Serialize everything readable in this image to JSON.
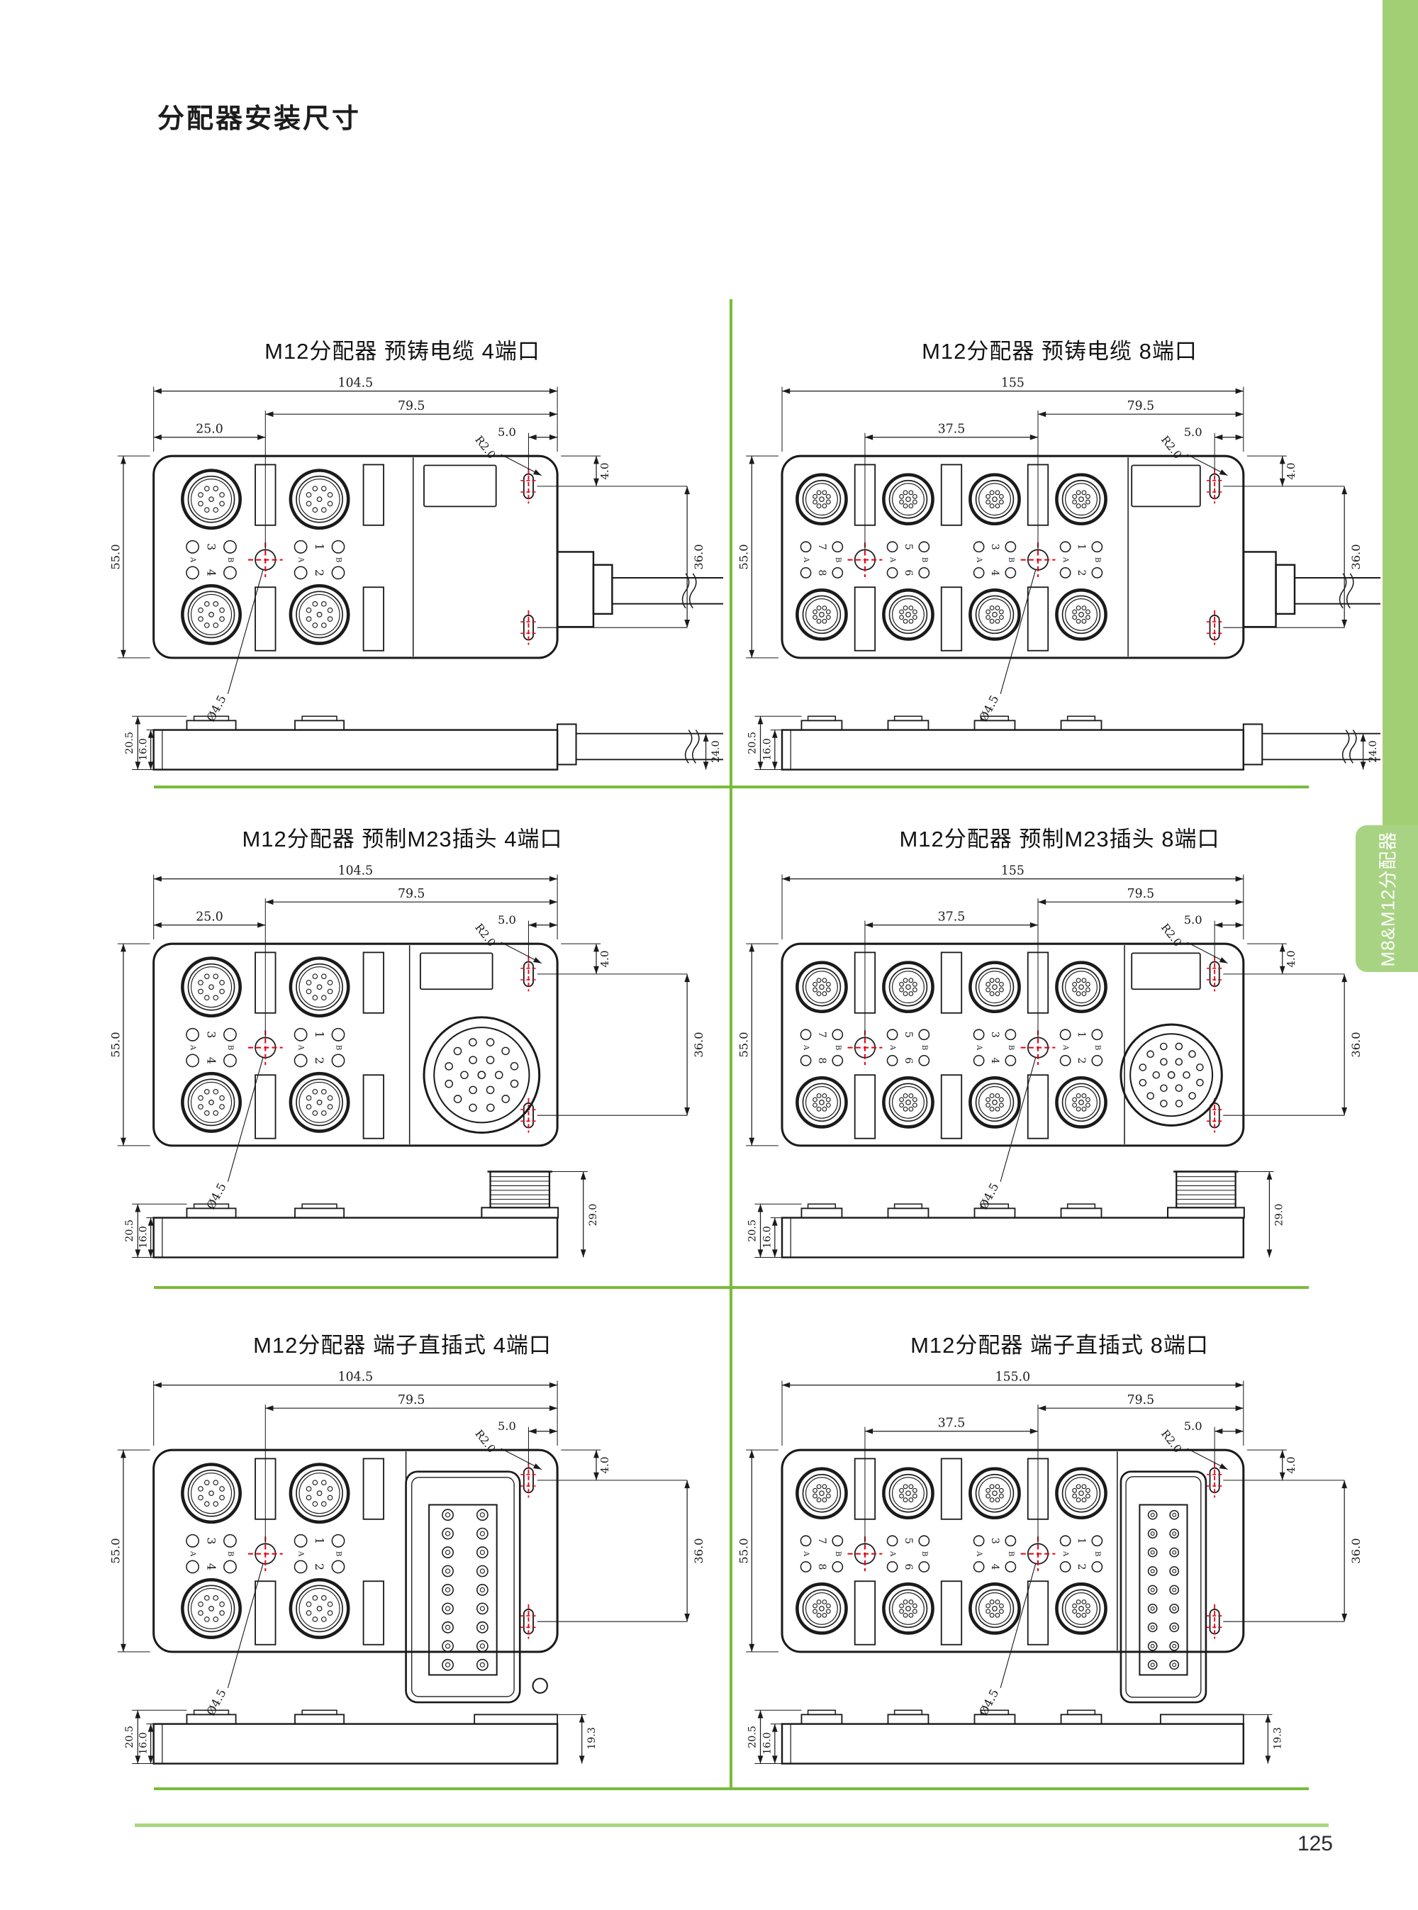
{
  "page": {
    "title": "分配器安装尺寸",
    "page_number": "125",
    "side_tab_label": "M8&M12分配器"
  },
  "colors": {
    "divider_green": "#79bb3b",
    "footer_line_green": "#a9d67f",
    "sidebar_strip_green": "#a2cf74",
    "sidebar_tab_green": "#a8d383",
    "accent_red": "#e60012",
    "ink": "#1b1b1b"
  },
  "panels": [
    {
      "title": "M12分配器 预铸电缆 4端口",
      "type": "cable",
      "port_count": 4,
      "ports": {
        "top": [
          "3",
          "1"
        ],
        "bottom": [
          "4",
          "2"
        ],
        "letters": [
          "A",
          "B"
        ]
      },
      "dims": {
        "overall_width": "104.5",
        "mount_to_edge": "79.5",
        "edge_to_hole": "25.0",
        "slot_to_edge": "5.0",
        "corner_radius": "R2.0",
        "slot_drop": "4.0",
        "body_height": "55.0",
        "slot_span": "36.0",
        "hole_diameter": "Ø4.5",
        "side_height_total": "20.5",
        "side_height_body": "16.0",
        "side_height_end": "24.0"
      }
    },
    {
      "title": "M12分配器 预铸电缆 8端口",
      "type": "cable",
      "port_count": 8,
      "ports": {
        "top": [
          "7",
          "5",
          "3",
          "1"
        ],
        "bottom": [
          "8",
          "6",
          "4",
          "2"
        ],
        "letters": [
          "A",
          "B"
        ]
      },
      "dims": {
        "overall_width": "155",
        "mount_to_edge": "79.5",
        "hole_spacing": "37.5",
        "slot_to_edge": "5.0",
        "corner_radius": "R2.0",
        "slot_drop": "4.0",
        "body_height": "55.0",
        "slot_span": "36.0",
        "hole_diameter": "Ø4.5",
        "side_height_total": "20.5",
        "side_height_body": "16.0",
        "side_height_end": "24.0"
      }
    },
    {
      "title": "M12分配器 预制M23插头 4端口",
      "type": "m23",
      "port_count": 4,
      "ports": {
        "top": [
          "3",
          "1"
        ],
        "bottom": [
          "4",
          "2"
        ],
        "letters": [
          "A",
          "B"
        ]
      },
      "dims": {
        "overall_width": "104.5",
        "mount_to_edge": "79.5",
        "edge_to_hole": "25.0",
        "slot_to_edge": "5.0",
        "corner_radius": "R2.0",
        "slot_drop": "4.0",
        "body_height": "55.0",
        "slot_span": "36.0",
        "hole_diameter": "Ø4.5",
        "side_height_total": "20.5",
        "side_height_body": "16.0",
        "side_height_end": "29.0"
      }
    },
    {
      "title": "M12分配器 预制M23插头 8端口",
      "type": "m23",
      "port_count": 8,
      "ports": {
        "top": [
          "7",
          "5",
          "3",
          "1"
        ],
        "bottom": [
          "8",
          "6",
          "4",
          "2"
        ],
        "letters": [
          "A",
          "B"
        ]
      },
      "dims": {
        "overall_width": "155",
        "mount_to_edge": "79.5",
        "hole_spacing": "37.5",
        "slot_to_edge": "5.0",
        "corner_radius": "R2.0",
        "slot_drop": "4.0",
        "body_height": "55.0",
        "slot_span": "36.0",
        "hole_diameter": "Ø4.5",
        "side_height_total": "20.5",
        "side_height_body": "16.0",
        "side_height_end": "29.0"
      }
    },
    {
      "title": "M12分配器 端子直插式 4端口",
      "type": "terminal",
      "port_count": 4,
      "ports": {
        "top": [
          "3",
          "1"
        ],
        "bottom": [
          "4",
          "2"
        ],
        "letters": [
          "A",
          "B"
        ]
      },
      "dims": {
        "overall_width": "104.5",
        "mount_to_edge": "79.5",
        "slot_to_edge": "5.0",
        "corner_radius": "R2.0",
        "slot_drop": "4.0",
        "body_height": "55.0",
        "slot_span": "36.0",
        "hole_diameter": "Ø4.5",
        "side_height_total": "20.5",
        "side_height_body": "16.0",
        "side_height_end": "19.3"
      }
    },
    {
      "title": "M12分配器 端子直插式 8端口",
      "type": "terminal",
      "port_count": 8,
      "ports": {
        "top": [
          "7",
          "5",
          "3",
          "1"
        ],
        "bottom": [
          "8",
          "6",
          "4",
          "2"
        ],
        "letters": [
          "A",
          "B"
        ]
      },
      "dims": {
        "overall_width": "155.0",
        "mount_to_edge": "79.5",
        "hole_spacing": "37.5",
        "slot_to_edge": "5.0",
        "corner_radius": "R2.0",
        "slot_drop": "4.0",
        "body_height": "55.0",
        "slot_span": "36.0",
        "hole_diameter": "Ø4.5",
        "side_height_total": "20.5",
        "side_height_body": "16.0",
        "side_height_end": "19.3"
      }
    }
  ]
}
